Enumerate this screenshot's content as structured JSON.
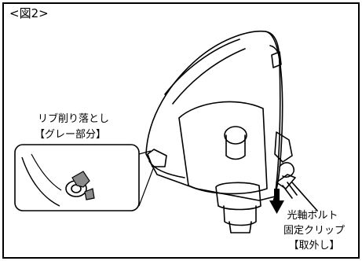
{
  "figure": {
    "title": "<図2>"
  },
  "callouts": {
    "rib": {
      "line1": "リブ削り落とし",
      "line2": "【グレー部分】"
    },
    "clip": {
      "line1": "光軸ボルト",
      "line2": "固定クリップ",
      "line3": "【取外し】"
    }
  },
  "colors": {
    "line": "#000000",
    "gray_part": "#8a8a8a",
    "background": "#ffffff"
  }
}
